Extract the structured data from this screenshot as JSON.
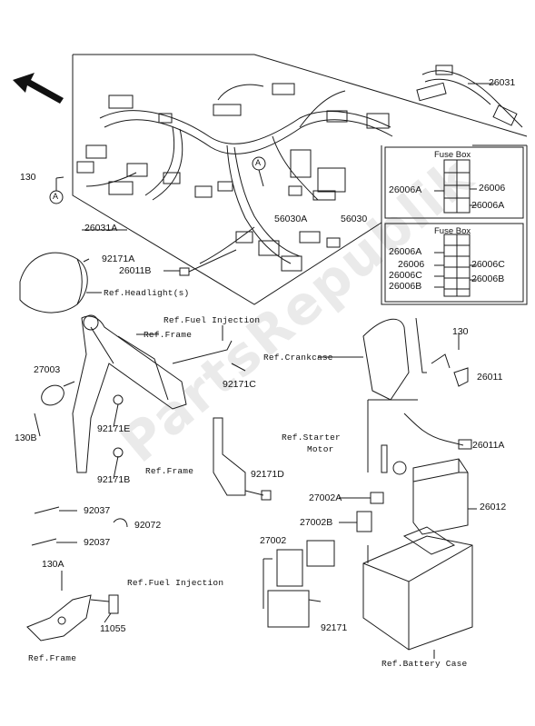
{
  "watermark": "PartsRepublik",
  "fuse_box_1": {
    "title": "Fuse Box",
    "labels": [
      "26006A",
      "26006",
      "26006A"
    ]
  },
  "fuse_box_2": {
    "title": "Fuse Box",
    "labels": [
      "26006A",
      "26006",
      "26006C",
      "26006B",
      "26006C",
      "26006B"
    ]
  },
  "part_numbers": {
    "p26031": "26031",
    "p130_top": "130",
    "p26031A": "26031A",
    "p56030A": "56030A",
    "p56030": "56030",
    "p92171A": "92171A",
    "p26011B": "26011B",
    "p27003": "27003",
    "p130B": "130B",
    "p92171C": "92171C",
    "p92171E": "92171E",
    "p92171B": "92171B",
    "p92171D": "92171D",
    "p130_right": "130",
    "p26011": "26011",
    "p26011A": "26011A",
    "p26012": "26012",
    "p27002A": "27002A",
    "p27002B": "27002B",
    "p27002": "27002",
    "p92171": "92171",
    "p92037_a": "92037",
    "p92072": "92072",
    "p92037_b": "92037",
    "p130A": "130A",
    "p11055": "11055"
  },
  "callout_letter": "A",
  "refs": {
    "headlight": "Ref.Headlight(s)",
    "fuel_injection_top": "Ref.Fuel Injection",
    "frame_top": "Ref.Frame",
    "crankcase": "Ref.Crankcase",
    "starter_motor_1": "Ref.Starter",
    "starter_motor_2": "Motor",
    "frame_mid": "Ref.Frame",
    "fuel_injection_bottom": "Ref.Fuel Injection",
    "frame_bottom": "Ref.Frame",
    "battery_case": "Ref.Battery Case"
  },
  "colors": {
    "line": "#1a1a1a",
    "watermark": "#b4b4b4"
  }
}
